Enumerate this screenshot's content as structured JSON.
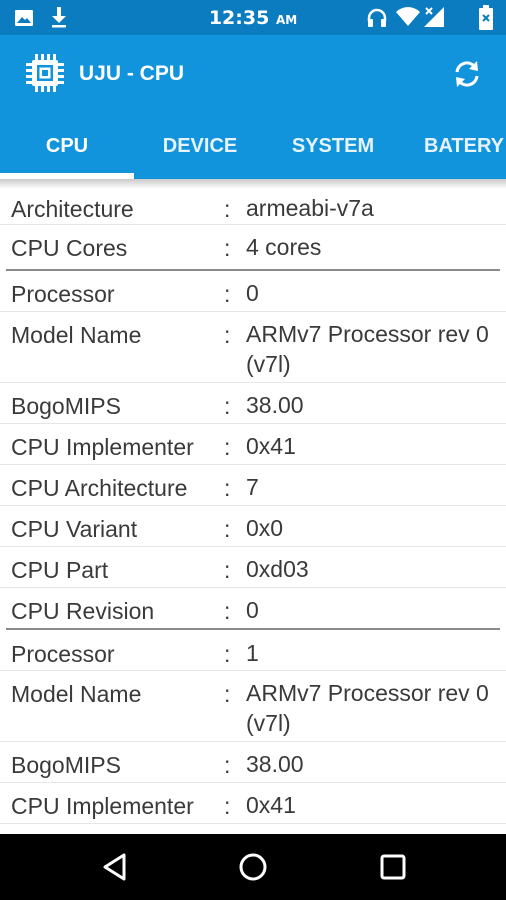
{
  "status_bar": {
    "time": "12:35",
    "ampm": "AM"
  },
  "app": {
    "title": "UJU - CPU"
  },
  "tabs": [
    {
      "label": "CPU",
      "active": true
    },
    {
      "label": "DEVICE",
      "active": false
    },
    {
      "label": "SYSTEM",
      "active": false
    },
    {
      "label": "BATERY",
      "active": false
    }
  ],
  "rows": [
    {
      "label": "Architecture",
      "value": "armeabi-v7a"
    },
    {
      "label": "CPU Cores",
      "value": "4 cores"
    },
    {
      "label": "Processor",
      "value": "0"
    },
    {
      "label": "Model Name",
      "value": "ARMv7 Processor rev 0 (v7l)"
    },
    {
      "label": "BogoMIPS",
      "value": "38.00"
    },
    {
      "label": "CPU Implementer",
      "value": "0x41"
    },
    {
      "label": "CPU Architecture",
      "value": "7"
    },
    {
      "label": "CPU Variant",
      "value": "0x0"
    },
    {
      "label": "CPU Part",
      "value": "0xd03"
    },
    {
      "label": "CPU Revision",
      "value": "0"
    },
    {
      "label": "Processor",
      "value": "1"
    },
    {
      "label": "Model Name",
      "value": "ARMv7 Processor rev 0 (v7l)"
    },
    {
      "label": "BogoMIPS",
      "value": "38.00"
    },
    {
      "label": "CPU Implementer",
      "value": "0x41"
    }
  ],
  "separator": ":",
  "colors": {
    "status_bar": "#0c7cc0",
    "app_bar": "#1294dc",
    "text": "#3a3a3a"
  }
}
